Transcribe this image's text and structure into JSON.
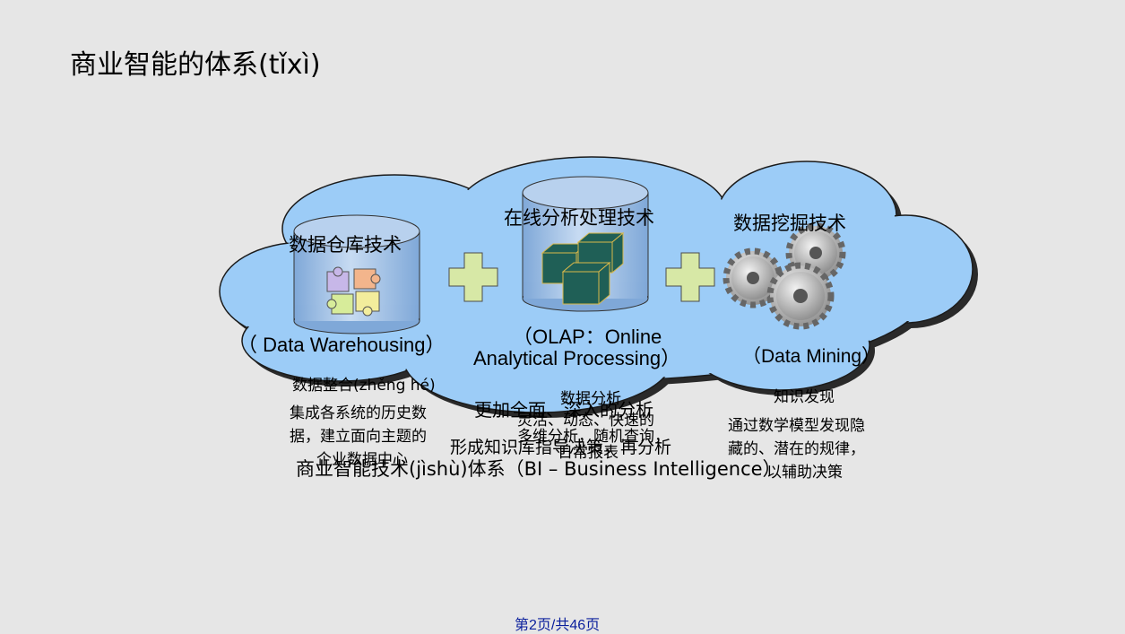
{
  "title": "商业智能的体系(tǐxì)",
  "components": [
    {
      "name": "数据仓库技术",
      "english": "（ Data Warehousing）",
      "desc_title": "数据整合(zhěng hé)",
      "desc": [
        "集成各系统的历史数",
        "据，建立面向主题的",
        "企业数据中心"
      ]
    },
    {
      "name": "在线分析处理技术",
      "english_line1": "（OLAP：Online",
      "english_line2": "Analytical Processing）",
      "desc_title": "数据分析",
      "desc": [
        "灵活、动态、快速的",
        "多维分析，随机查询，",
        "日常报表"
      ]
    },
    {
      "name": "数据挖掘技术",
      "english": "（Data Mining）",
      "desc_title": "知识发现",
      "desc": [
        "通过数学模型发现隐",
        "藏的、潜在的规律，",
        "以辅助决策"
      ]
    }
  ],
  "plus_signs": [
    "+",
    "+"
  ],
  "summary": [
    "更加全面、深入的分析",
    "形成知识库指导决策，再分析",
    "商业智能技术(jìshù)体系（BI – Business Intelligence）"
  ],
  "footer": "第2页/共46页",
  "colors": {
    "cloud": "#9cccf7",
    "cylinder": "#9fc1e8",
    "plus": "#d7e8a6",
    "footer": "#0a1f9c"
  }
}
